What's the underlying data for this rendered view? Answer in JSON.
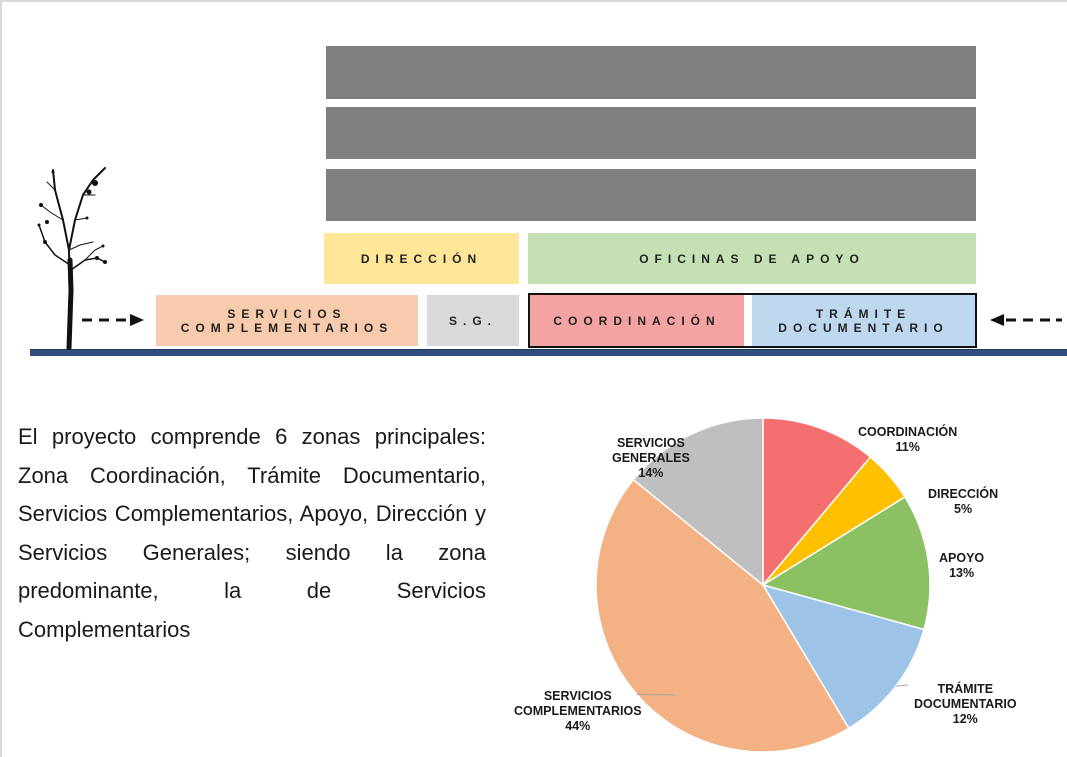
{
  "diagram": {
    "zones": {
      "direccion": {
        "label": "DIRECCIÓN",
        "color": "#ffe699"
      },
      "oficinas_apoyo": {
        "label": "OFICINAS DE APOYO",
        "color": "#c5e0b4"
      },
      "servicios_complementarios": {
        "line1": "SERVICIOS",
        "line2": "COMPLEMENTARIOS",
        "color": "#f8cbad"
      },
      "servicios_generales": {
        "label": "S.G.",
        "color": "#d9d9d9"
      },
      "coordinacion": {
        "label": "COORDINACIÓN",
        "color": "#f4a3a3"
      },
      "tramite_documentario": {
        "line1": "TRÁMITE",
        "line2": "DOCUMENTARIO",
        "color": "#bdd7ee"
      }
    },
    "floor_color": "#7f7f7f",
    "ground_color": "#2f4f7f"
  },
  "text": {
    "paragraph": "El proyecto comprende 6 zonas principales: Zona Coordinación, Trámite Documentario, Servicios Complementarios, Apoyo, Dirección y Servicios Generales; siendo la zona predominante, la de Servicios Complementarios"
  },
  "chart_data": {
    "type": "pie",
    "slices": [
      {
        "name": "COORDINACIÓN",
        "value": 11,
        "pct": "11%",
        "color": "#f4706f"
      },
      {
        "name": "DIRECCIÓN",
        "value": 5,
        "pct": "5%",
        "color": "#ffc000"
      },
      {
        "name": "APOYO",
        "value": 13,
        "pct": "13%",
        "color": "#8cc163"
      },
      {
        "name": "TRÁMITE DOCUMENTARIO",
        "value": 12,
        "pct": "12%",
        "color": "#9dc3e6"
      },
      {
        "name": "SERVICIOS COMPLEMENTARIOS",
        "value": 44,
        "pct": "44%",
        "color": "#f4b183"
      },
      {
        "name": "SERVICIOS GENERALES",
        "value": 14,
        "pct": "14%",
        "color": "#bfbfbf"
      }
    ],
    "labels": {
      "coordinacion": {
        "line1": "COORDINACIÓN",
        "pct": "11%"
      },
      "direccion": {
        "line1": "DIRECCIÓN",
        "pct": "5%"
      },
      "apoyo": {
        "line1": "APOYO",
        "pct": "13%"
      },
      "tramite": {
        "line1": "TRÁMITE",
        "line2": "DOCUMENTARIO",
        "pct": "12%"
      },
      "servicios_complementarios": {
        "line1": "SERVICIOS",
        "line2": "COMPLEMENTARIOS",
        "pct": "44%"
      },
      "servicios_generales": {
        "line1": "SERVICIOS",
        "line2": "GENERALES",
        "pct": "14%"
      }
    }
  }
}
